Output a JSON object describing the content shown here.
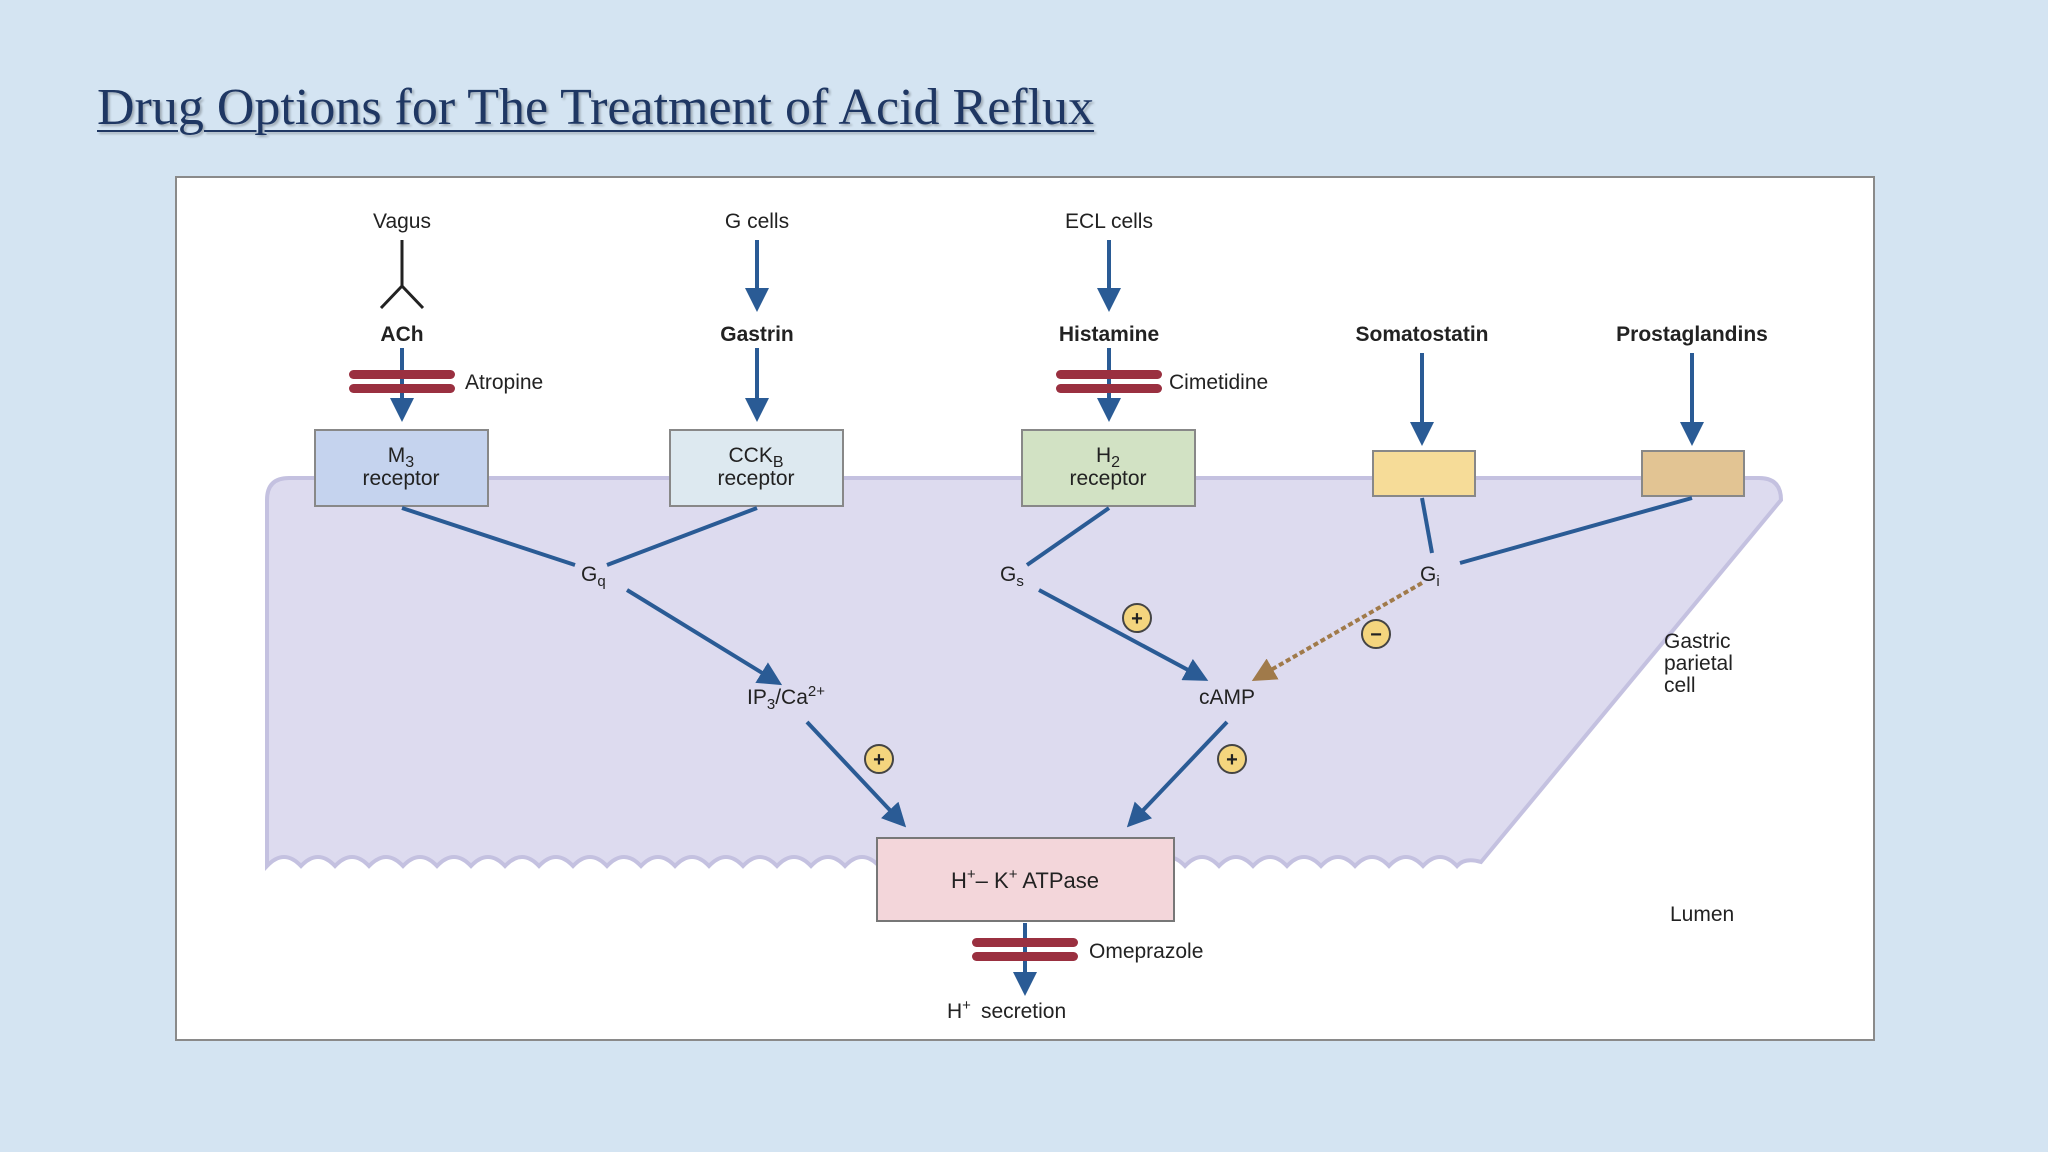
{
  "slide": {
    "title": "Drug Options for The Treatment of Acid Reflux"
  },
  "diagram": {
    "sources": {
      "vagus": "Vagus",
      "g_cells": "G cells",
      "ecl_cells": "ECL cells"
    },
    "ligands": {
      "ach": "ACh",
      "gastrin": "Gastrin",
      "histamine": "Histamine",
      "somatostatin": "Somatostatin",
      "prostaglandins": "Prostaglandins"
    },
    "drugs": {
      "atropine": "Atropine",
      "cimetidine": "Cimetidine",
      "omeprazole": "Omeprazole"
    },
    "receptors": {
      "m3": {
        "name": "M",
        "sub": "3",
        "label": "receptor",
        "color": "#c5d3ee"
      },
      "cckb": {
        "name": "CCK",
        "sub": "B",
        "label": "receptor",
        "color": "#dde9f0"
      },
      "h2": {
        "name": "H",
        "sub": "2",
        "label": "receptor",
        "color": "#d2e2c4"
      },
      "somatostatin_color": "#f6dc98",
      "prostaglandin_color": "#e2c493"
    },
    "g_proteins": {
      "gq": "G",
      "gq_sub": "q",
      "gs": "G",
      "gs_sub": "s",
      "gi": "G",
      "gi_sub": "i"
    },
    "messengers": {
      "ip3_a": "IP",
      "ip3_sub": "3",
      "ip3_b": "/Ca",
      "ip3_sup": "2+",
      "camp": "cAMP"
    },
    "pump": {
      "h": "H",
      "h_sup": "+",
      "dash": "– K",
      "k_sup": "+",
      "rest": " ATPase",
      "color": "#f3d6da"
    },
    "secretion": {
      "h": "H",
      "sup": "+",
      "text": "secretion"
    },
    "cell_label": [
      "Gastric",
      "parietal",
      "cell"
    ],
    "lumen": "Lumen",
    "signs": {
      "plus": "+",
      "minus": "−"
    },
    "colors": {
      "arrow": "#2a5b95",
      "block": "#9a3040",
      "cell": "#dddbef",
      "cell_edge": "#c4c1e0",
      "inhibit": "#a07a4a",
      "sign_fill": "#f4d57e"
    }
  }
}
